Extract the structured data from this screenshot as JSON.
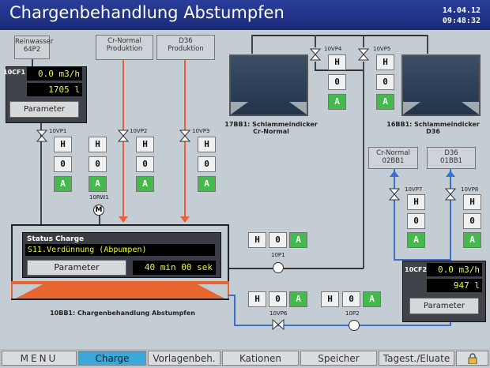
{
  "header": {
    "title": "Chargenbehandlung Abstumpfen",
    "date": "14.04.12",
    "time": "09:48:32"
  },
  "sources": {
    "reinwasser": {
      "line1": "Reinwasser",
      "line2": "64P2"
    },
    "cr_normal": {
      "line1": "Cr-Normal",
      "line2": "Produktion"
    },
    "d36": {
      "line1": "D36",
      "line2": "Produktion"
    }
  },
  "cf1": {
    "id": "10CF1",
    "flow": "0.0 m3/h",
    "total": "1705 l",
    "param": "Parameter"
  },
  "cf2": {
    "id": "10CF2",
    "flow": "0.0 m3/h",
    "total": "947 l",
    "param": "Parameter"
  },
  "valves": {
    "vp1": "10VP1",
    "vp2": "10VP2",
    "vp3": "10VP3",
    "vp4": "10VP4",
    "vp5": "10VP5",
    "vp6": "10VP6",
    "vp7": "10VP7",
    "vp8": "10VP8",
    "p1": "10P1",
    "p2": "10P2",
    "rw1": "10RW1"
  },
  "hoa": {
    "h": "H",
    "o": "0",
    "a": "A"
  },
  "motor_label": "M",
  "tanks": {
    "t17": {
      "line1": "17BB1: Schlammeindicker",
      "line2": "Cr-Normal"
    },
    "t16": {
      "line1": "16BB1: Schlammeindicker",
      "line2": "D36"
    }
  },
  "dest": {
    "cr_normal": {
      "line1": "Cr-Normal",
      "line2": "02BB1"
    },
    "d36": {
      "line1": "D36",
      "line2": "01BB1"
    }
  },
  "charge": {
    "status_label": "Status Charge",
    "status_text": "S11.Verdünnung (Abpumpen)",
    "param": "Parameter",
    "time": "40 min 00 sek",
    "tank_label": "10BB1: Chargenbehandlung Abstumpfen"
  },
  "nav": [
    "MENU",
    "Charge",
    "Vorlagenbeh.",
    "Kationen",
    "Speicher",
    "Tagest./Eluate"
  ],
  "nav_active": 1,
  "colors": {
    "pipe_orange": "#ec5f3a",
    "pipe_blue": "#3a6fd0",
    "active_tab": "#3aa8d8",
    "auto_green": "#44b94c"
  }
}
